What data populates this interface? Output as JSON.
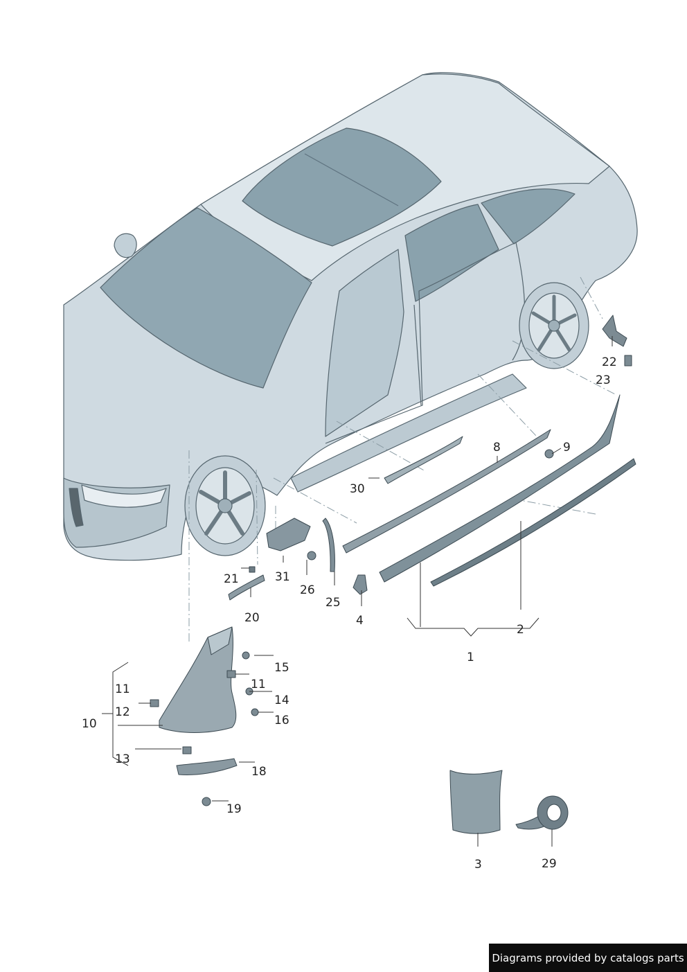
{
  "callouts": {
    "p1": "1",
    "p2": "2",
    "p3": "3",
    "p4": "4",
    "p8": "8",
    "p9": "9",
    "p10": "10",
    "p11a": "11",
    "p11b": "11",
    "p12": "12",
    "p13": "13",
    "p14": "14",
    "p15": "15",
    "p16": "16",
    "p18": "18",
    "p19": "19",
    "p20": "20",
    "p21": "21",
    "p22": "22",
    "p23": "23",
    "p25": "25",
    "p26": "26",
    "p29": "29",
    "p30": "30",
    "p31": "31"
  },
  "footer": {
    "text": "Diagrams provided by catalogs parts"
  },
  "colors": {
    "body": "#c9d6de",
    "glass": "#8fa6b1",
    "line": "#4a5a63",
    "part": "#8a9aa3"
  }
}
